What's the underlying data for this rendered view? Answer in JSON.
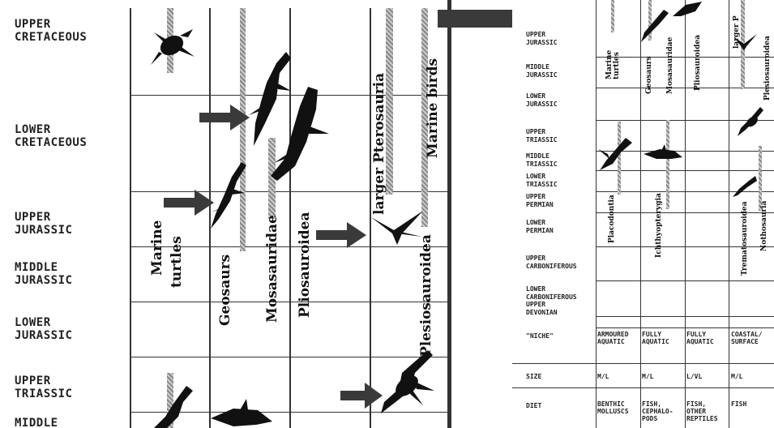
{
  "left": {
    "eras": [
      {
        "id": "upper-cretaceous",
        "text": "UPPER\nCRETACEOUS"
      },
      {
        "id": "lower-cretaceous",
        "text": "LOWER\nCRETACEOUS"
      },
      {
        "id": "upper-jurassic",
        "text": "UPPER\nJURASSIC"
      },
      {
        "id": "middle-jurassic",
        "text": "MIDDLE\nJURASSIC"
      },
      {
        "id": "lower-jurassic",
        "text": "LOWER\nJURASSIC"
      },
      {
        "id": "upper-triassic",
        "text": "UPPER\nTRIASSIC"
      },
      {
        "id": "middle",
        "text": "MIDDLE"
      }
    ],
    "clades": {
      "marine_turtles_1": "Marine",
      "marine_turtles_2": "turtles",
      "geosaurs": "Geosaurs",
      "mosasauridae": "Mosasauridae",
      "pliosauroidea": "Pliosauroidea",
      "larger_pterosauria": "larger  Pterosauria",
      "marine_birds": "Marine  birds",
      "plesiosauroidea": "Plesiosauroidea"
    }
  },
  "right": {
    "eras": [
      {
        "id": "upper-jurassic",
        "text": "UPPER\nJURASSIC"
      },
      {
        "id": "middle-jurassic",
        "text": "MIDDLE\nJURASSIC"
      },
      {
        "id": "lower-jurassic",
        "text": "LOWER\nJURASSIC"
      },
      {
        "id": "upper-triassic",
        "text": "UPPER\nTRIASSIC"
      },
      {
        "id": "middle-triassic",
        "text": "MIDDLE\nTRIASSIC"
      },
      {
        "id": "lower-triassic",
        "text": "LOWER\nTRIASSIC"
      },
      {
        "id": "upper-permian",
        "text": "UPPER\nPERMIAN"
      },
      {
        "id": "lower-permian",
        "text": "LOWER\nPERMIAN"
      },
      {
        "id": "upper-carboniferous",
        "text": "UPPER\nCARBONIFEROUS"
      },
      {
        "id": "lower-carboniferous",
        "text": "LOWER\nCARBONIFEROUS\nUPPER\nDEVONIAN"
      }
    ],
    "clades": {
      "marine_turtles": "Marine\nturtles",
      "geosaurs": "Geosaurs",
      "mosasauridae": "Mosasauridae",
      "pliosauroidea": "Pliosauroidea",
      "larger_p": "larger P",
      "plesiosauroidea": "Plesiosauroidea",
      "placodontia": "Placodontia",
      "ichthyopterygia": "Ichthyopterygia",
      "trematosauroidea": "Trematosauroidea",
      "nothosauria": "Nothosauria"
    },
    "table": {
      "row_labels": {
        "niche": "\"NICHE\"",
        "size": "SIZE",
        "diet": "DIET"
      },
      "columns": [
        {
          "niche": "ARMOURED\nAQUATIC",
          "size": "M/L",
          "diet": "BENTHIC\nMOLLUSCS"
        },
        {
          "niche": "FULLY\nAQUATIC",
          "size": "M/L",
          "diet": "FISH,\nCEPHALO-\nPODS"
        },
        {
          "niche": "FULLY\nAQUATIC",
          "size": "L/VL",
          "diet": "FISH,\nOTHER\nREPTILES"
        },
        {
          "niche": "COASTAL/\nSURFACE",
          "size": "M/L",
          "diet": "FISH"
        }
      ]
    }
  }
}
